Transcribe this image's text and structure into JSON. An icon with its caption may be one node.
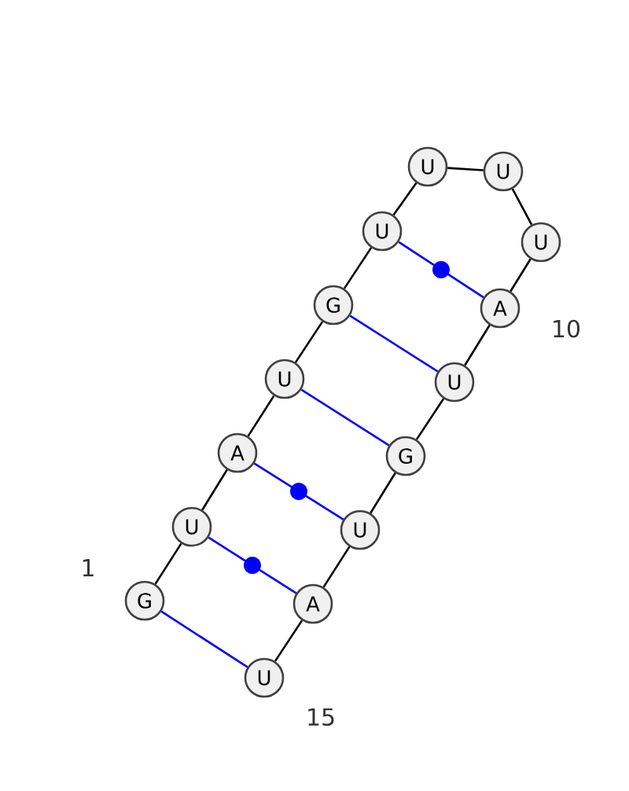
{
  "diagram": {
    "nodes": [
      {
        "text": [
          "G"
        ]
      },
      {
        "text": [
          "U"
        ]
      },
      {
        "text": [
          "A"
        ]
      },
      {
        "text": [
          "U"
        ]
      },
      {
        "text": [
          "G"
        ]
      },
      {
        "text": [
          "U"
        ]
      },
      {
        "text": [
          "U"
        ]
      },
      {
        "text": [
          "U"
        ]
      },
      {
        "text": [
          "U"
        ]
      },
      {
        "text": [
          "A"
        ]
      },
      {
        "text": [
          "U"
        ]
      },
      {
        "text": [
          "G"
        ]
      },
      {
        "text": [
          "U"
        ]
      },
      {
        "text": [
          "A"
        ]
      },
      {
        "text": [
          "U"
        ]
      }
    ],
    "edges": [
      {
        "from": 0,
        "to": 1,
        "arrow": "none"
      },
      {
        "from": 1,
        "to": 2,
        "arrow": "none"
      },
      {
        "from": 2,
        "to": 3,
        "arrow": "none"
      },
      {
        "from": 3,
        "to": 4,
        "arrow": "none"
      },
      {
        "from": 4,
        "to": 5,
        "arrow": "none"
      },
      {
        "from": 5,
        "to": 6,
        "arrow": "none"
      },
      {
        "from": 6,
        "to": 7,
        "arrow": "none"
      },
      {
        "from": 7,
        "to": 8,
        "arrow": "none"
      },
      {
        "from": 8,
        "to": 9,
        "arrow": "none"
      },
      {
        "from": 9,
        "to": 10,
        "arrow": "none"
      },
      {
        "from": 10,
        "to": 11,
        "arrow": "none"
      },
      {
        "from": 11,
        "to": 12,
        "arrow": "none"
      },
      {
        "from": 12,
        "to": 13,
        "arrow": "none"
      },
      {
        "from": 13,
        "to": 14,
        "arrow": "none"
      },
      {
        "from": 0,
        "to": 14,
        "arrow": "none",
        "color": "#0000ff"
      },
      {
        "from": 1,
        "to": 13,
        "arrow": "none",
        "color": "#0000ff"
      },
      {
        "from": 2,
        "to": 12,
        "arrow": "none",
        "color": "#0000ff"
      },
      {
        "from": 3,
        "to": 11,
        "arrow": "none",
        "color": "#0000ff"
      },
      {
        "from": 4,
        "to": 10,
        "arrow": "none",
        "color": "#0000ff"
      },
      {
        "from": 5,
        "to": 9,
        "arrow": "none",
        "color": "#0000ff"
      }
    ],
    "labels": [
      "1",
      "10",
      "15"
    ]
  }
}
